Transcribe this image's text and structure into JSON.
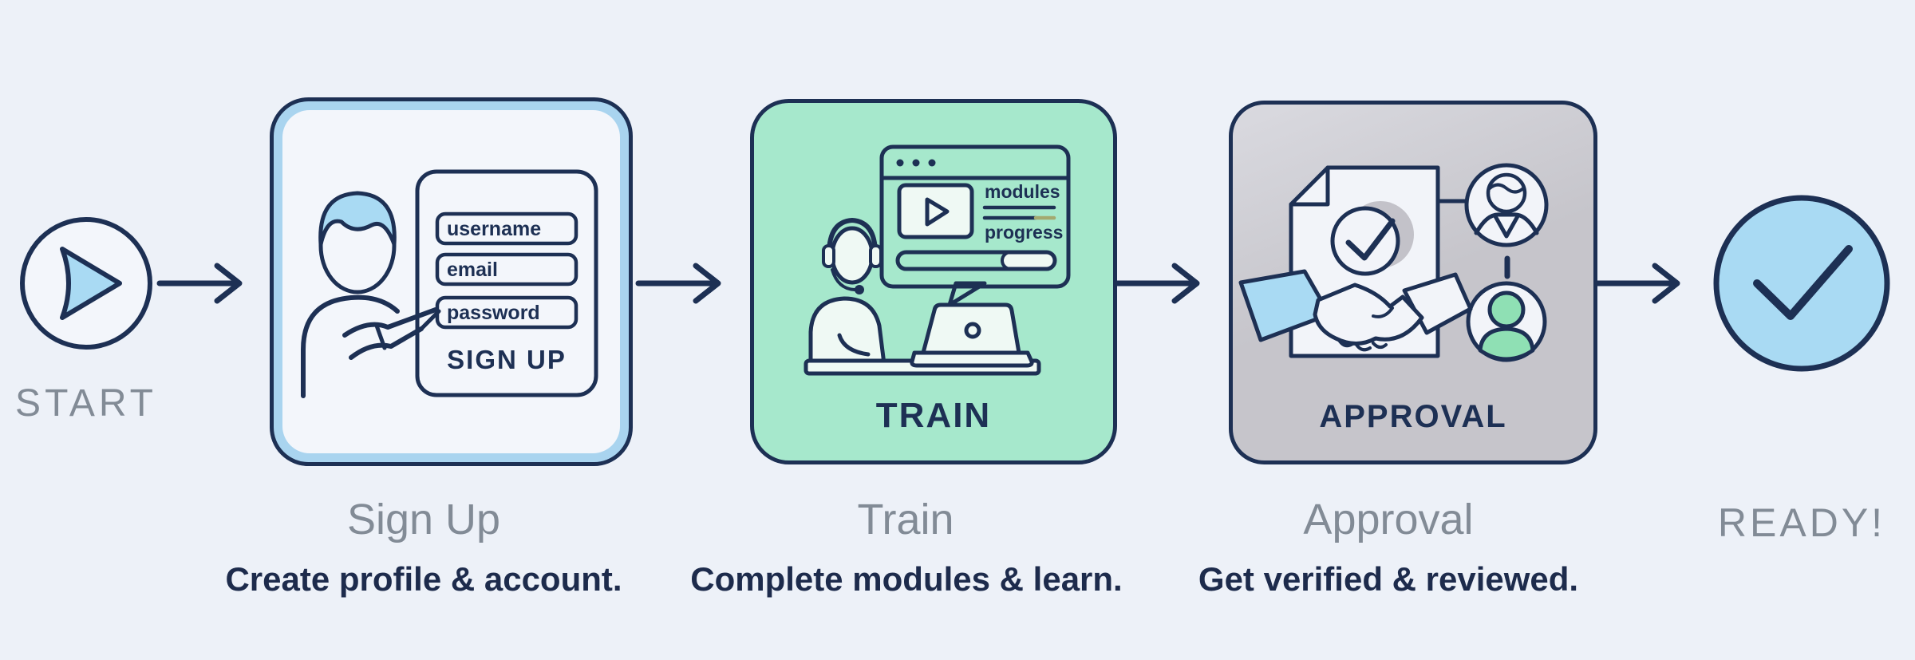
{
  "palette": {
    "bg": "#edf1f8",
    "navy": "#1d3054",
    "navy-text": "#1d2b4c",
    "blue": "#a9daf3",
    "blue-border": "#a9d4ef",
    "green": "#a6e8cc",
    "green-avatar": "#8fe0b4",
    "gray-box": "#c6c5cb",
    "gray-box-light": "#dadae0",
    "gray-text": "#828b96",
    "card": "#f3f6fb",
    "card-on-green": "#eff9f4",
    "card-on-gray": "#f2f4f9",
    "olive": "#a3a96f"
  },
  "start": {
    "label": "START"
  },
  "end": {
    "label": "READY!"
  },
  "steps": [
    {
      "id": "signup",
      "title": "Sign Up",
      "subtitle": "Create profile & account.",
      "form": {
        "fields": [
          "username",
          "email",
          "password"
        ],
        "button_label": "SIGN UP"
      }
    },
    {
      "id": "train",
      "title": "Train",
      "subtitle": "Complete modules & learn.",
      "box_label": "TRAIN",
      "window": {
        "labels": [
          "modules",
          "progress"
        ]
      }
    },
    {
      "id": "approval",
      "title": "Approval",
      "subtitle": "Get verified & reviewed.",
      "box_label": "APPROVAL"
    }
  ]
}
